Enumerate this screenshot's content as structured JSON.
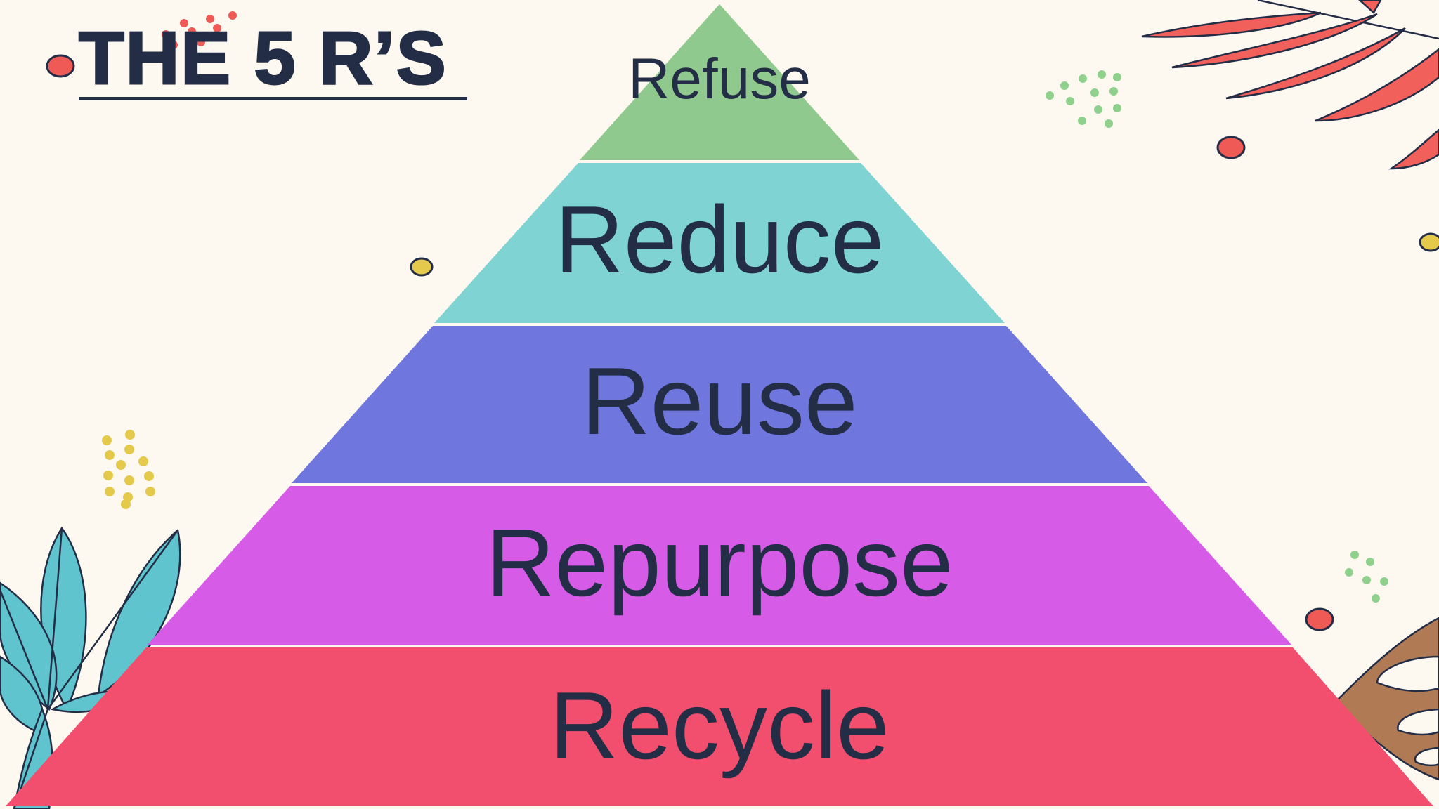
{
  "slide": {
    "title": "THE 5 R’S"
  },
  "pyramid": {
    "tiers": [
      {
        "label": "Refuse",
        "color": "#90c98d"
      },
      {
        "label": "Reduce",
        "color": "#7fd3d2"
      },
      {
        "label": "Reuse",
        "color": "#6f77de"
      },
      {
        "label": "Repurpose",
        "color": "#d65ce8"
      },
      {
        "label": "Recycle",
        "color": "#f24e6d"
      }
    ]
  },
  "palette": {
    "background": "#fdf8f0",
    "text": "#232d45",
    "dot_red": "#ef5a57",
    "dot_yellow": "#e4c94a",
    "dot_green": "#8ed08c",
    "leaf_red": "#f1605a",
    "leaf_teal": "#5fc4cd",
    "leaf_brown": "#b07a55"
  },
  "decorations": [
    "red-leaf-branch-icon",
    "teal-leaf-plant-icon",
    "brown-monstera-leaf-icon",
    "dot-cluster-icon"
  ]
}
